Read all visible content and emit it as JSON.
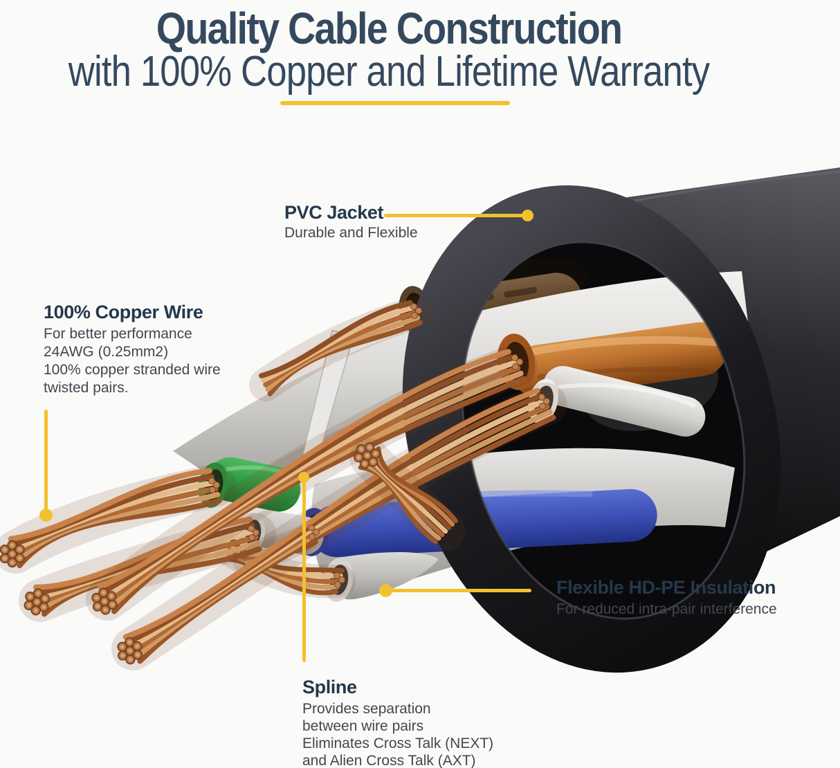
{
  "header": {
    "title": "Quality Cable Construction",
    "subtitle": "with 100% Copper and Lifetime Warranty"
  },
  "callouts": {
    "pvc_jacket": {
      "title": "PVC Jacket",
      "description": "Durable and Flexible"
    },
    "copper_wire": {
      "title": "100% Copper Wire",
      "lines": [
        "For better performance",
        "24AWG (0.25mm2)",
        "100% copper stranded wire",
        "twisted pairs."
      ]
    },
    "hdpe_insulation": {
      "title": "Flexible HD-PE Insulation",
      "description": "For reduced intra-pair interference"
    },
    "spline": {
      "title": "Spline",
      "lines": [
        "Provides separation",
        "between wire pairs",
        "Eliminates Cross Talk (NEXT)",
        "and Alien Cross Talk (AXT)"
      ]
    }
  },
  "theme": {
    "accent": "#f2c12f",
    "title_color": "#35495e",
    "heading_color": "#24384c",
    "body_color": "#41474e",
    "background": "#fafaf9"
  },
  "illustration": {
    "label": "Black network cable cutaway showing jacket, spline and copper twisted pairs",
    "colors": {
      "jacket_black": "#1a1a1d",
      "spline_white": "#e6e4e1",
      "copper": "#c08050",
      "insulation_orange": "#c07531",
      "insulation_blue": "#3b4fb4",
      "insulation_green": "#2f9b43",
      "insulation_brown": "#63492c",
      "insulation_gray": "#c6c4c1"
    }
  }
}
